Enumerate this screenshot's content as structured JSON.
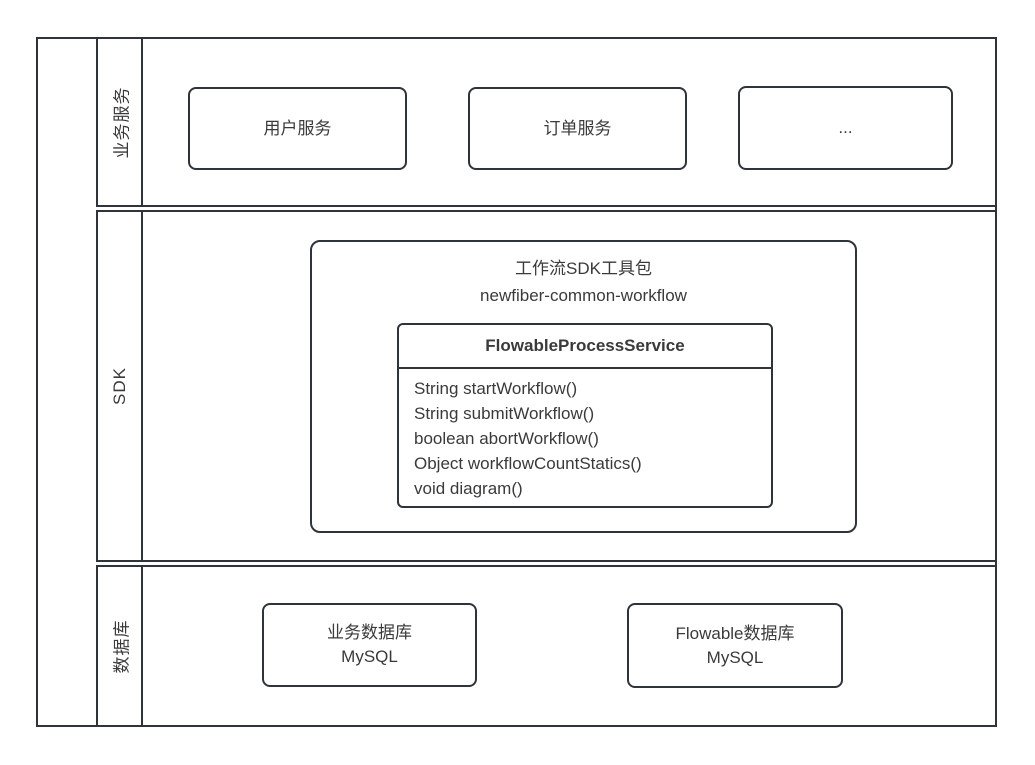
{
  "layers": {
    "business": {
      "label": "业务服务",
      "boxes": {
        "user": "用户服务",
        "order": "订单服务",
        "more": "..."
      }
    },
    "sdk": {
      "label": "SDK",
      "package": {
        "title": "工作流SDK工具包",
        "artifact": "newfiber-common-workflow"
      },
      "class": {
        "name": "FlowableProcessService",
        "methods": [
          "String startWorkflow()",
          "String submitWorkflow()",
          "boolean abortWorkflow()",
          "Object workflowCountStatics()",
          "void diagram()"
        ]
      }
    },
    "database": {
      "label": "数据库",
      "boxes": {
        "business": {
          "name": "业务数据库",
          "engine": "MySQL"
        },
        "flowable": {
          "name": "Flowable数据库",
          "engine": "MySQL"
        }
      }
    }
  },
  "colors": {
    "stroke": "#2f343a",
    "text": "#3a3a3a",
    "background": "#ffffff"
  }
}
